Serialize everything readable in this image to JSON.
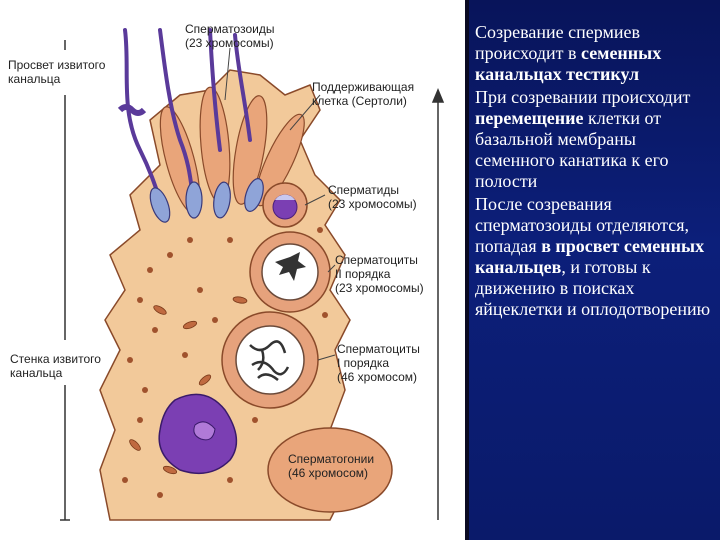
{
  "diagram": {
    "labels": {
      "spermatozoa": "Сперматозоиды\n(23 хромосомы)",
      "lumen": "Просвет извитого\nканальца",
      "sertoli": "Поддерживающая\nклетка (Сертоли)",
      "spermatids": "Сперматиды\n(23 хромосомы)",
      "spermatocytes2": "Сперматоциты\nII порядка\n(23 хромосомы)",
      "wall": "Стенка извитого\nканальца",
      "spermatocytes1": "Сперматоциты\nI порядка\n(46 хромосом)",
      "spermatogonia": "Сперматогонии\n(46 хромосом)"
    },
    "colors": {
      "cytoplasm": "#f2c99a",
      "sertoli": "#e9a57a",
      "nucleus_purple": "#7b3fb3",
      "tail": "#5a3a9a",
      "head_blue": "#8fa4d8",
      "cell_outline": "#8a4a2a"
    }
  },
  "slide": {
    "paragraphs": [
      [
        {
          "t": "Созревание спермиев происходит в ",
          "b": false
        },
        {
          "t": "семенных канальцах тестикул",
          "b": true
        }
      ],
      [
        {
          "t": "При созревании происходит ",
          "b": false
        },
        {
          "t": "перемещение",
          "b": true
        },
        {
          "t": " клетки от базальной мембраны семенного канатика к его полости",
          "b": false
        }
      ],
      [
        {
          "t": "После созревания сперматозоиды отделяются, попадая ",
          "b": false
        },
        {
          "t": "в просвет семенных канальцев",
          "b": true
        },
        {
          "t": ", и готовы к движению в поисках яйцеклетки и оплодотворению",
          "b": false
        }
      ]
    ],
    "colors": {
      "background": "#0c1f7a",
      "text": "#ffffff"
    }
  }
}
